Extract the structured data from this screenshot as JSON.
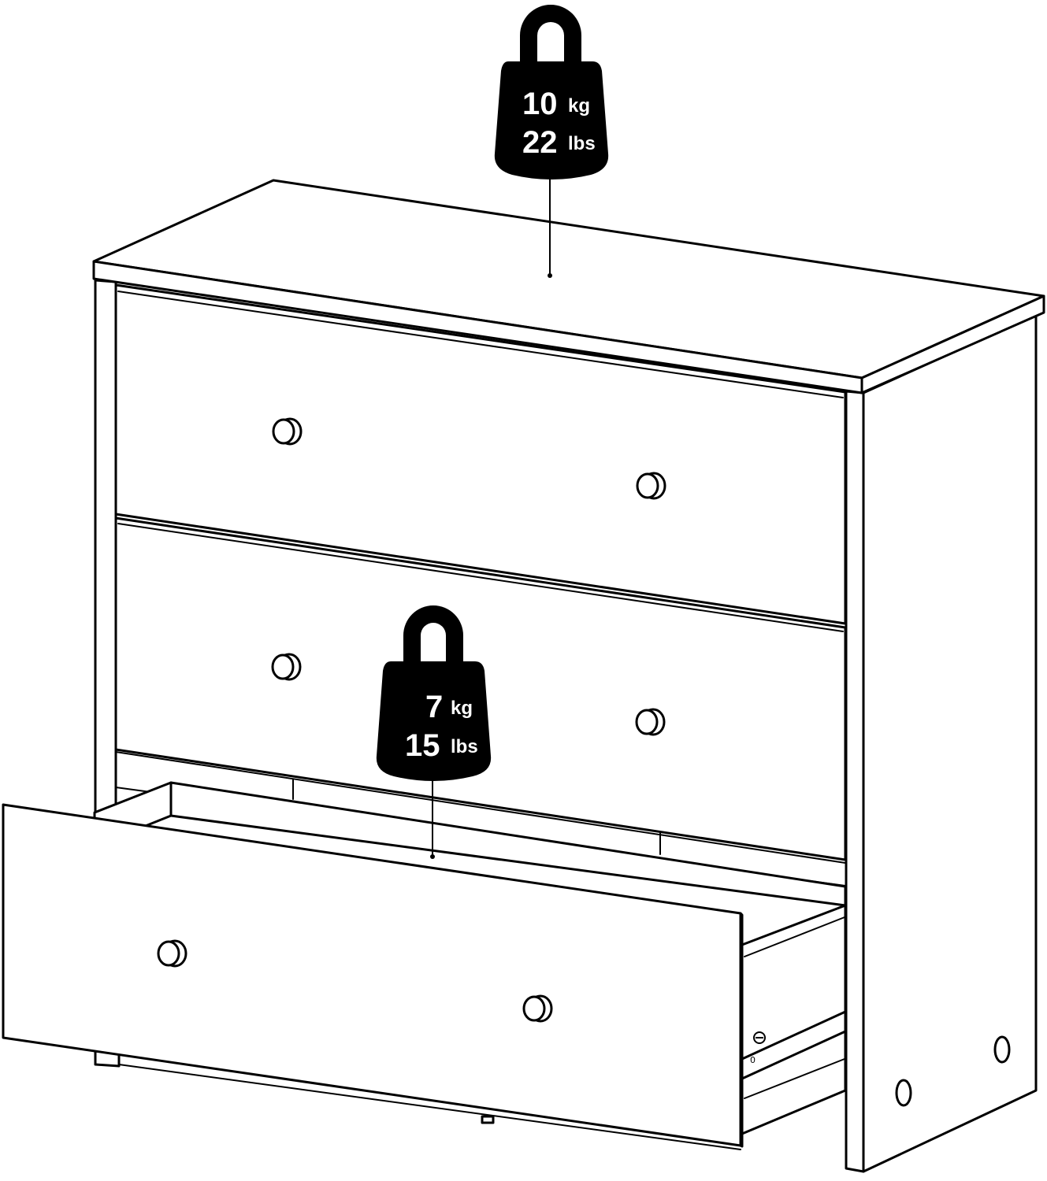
{
  "colors": {
    "line": "#000000",
    "fill": "#ffffff",
    "weight_fill": "#000000",
    "weight_text": "#ffffff"
  },
  "top_load": {
    "kg_value": "10",
    "kg_unit": "kg",
    "lbs_value": "22",
    "lbs_unit": "lbs",
    "icon": "weight-icon"
  },
  "drawer_load": {
    "kg_value": "7",
    "kg_unit": "kg",
    "lbs_value": "15",
    "lbs_unit": "lbs",
    "icon": "weight-icon"
  },
  "fitting_mark": "0"
}
